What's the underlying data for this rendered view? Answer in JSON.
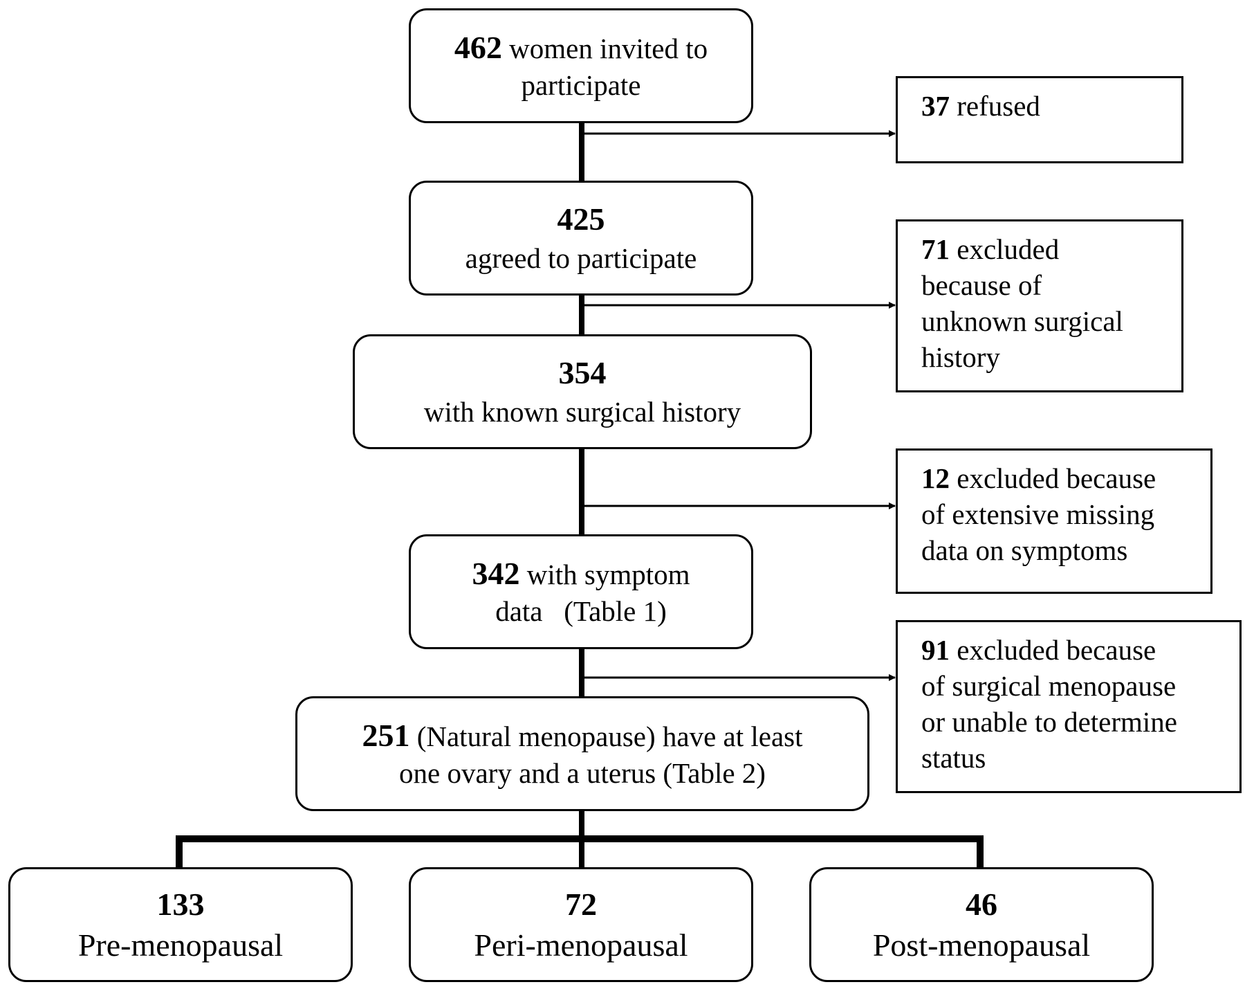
{
  "flow": {
    "invited": {
      "count": "462",
      "line1": "women invited to",
      "line2": "participate"
    },
    "agreed": {
      "count": "425",
      "text": "agreed to participate"
    },
    "known_history": {
      "count": "354",
      "text": "with known surgical history"
    },
    "symptom_data": {
      "count": "342",
      "line1": "with symptom",
      "line2": "data   (Table 1)"
    },
    "natural": {
      "count": "251",
      "line1": "(Natural menopause) have at least",
      "line2": "one ovary and a uterus (Table 2)"
    }
  },
  "exclusions": {
    "refused": {
      "count": "37",
      "line1": "refused"
    },
    "unknown_history": {
      "count": "71",
      "line1": "excluded",
      "line2": "because of",
      "line3": "unknown surgical",
      "line4": "history"
    },
    "missing_data": {
      "count": "12",
      "line1": "excluded because",
      "line2": "of extensive missing",
      "line3": "data on symptoms"
    },
    "surgical_menopause": {
      "count": "91",
      "line1": "excluded because",
      "line2": "of surgical menopause",
      "line3": "or unable to determine",
      "line4": "status"
    }
  },
  "groups": [
    {
      "count": "133",
      "label": "Pre-menopausal"
    },
    {
      "count": "72",
      "label": "Peri-menopausal"
    },
    {
      "count": "46",
      "label": "Post-menopausal"
    }
  ]
}
